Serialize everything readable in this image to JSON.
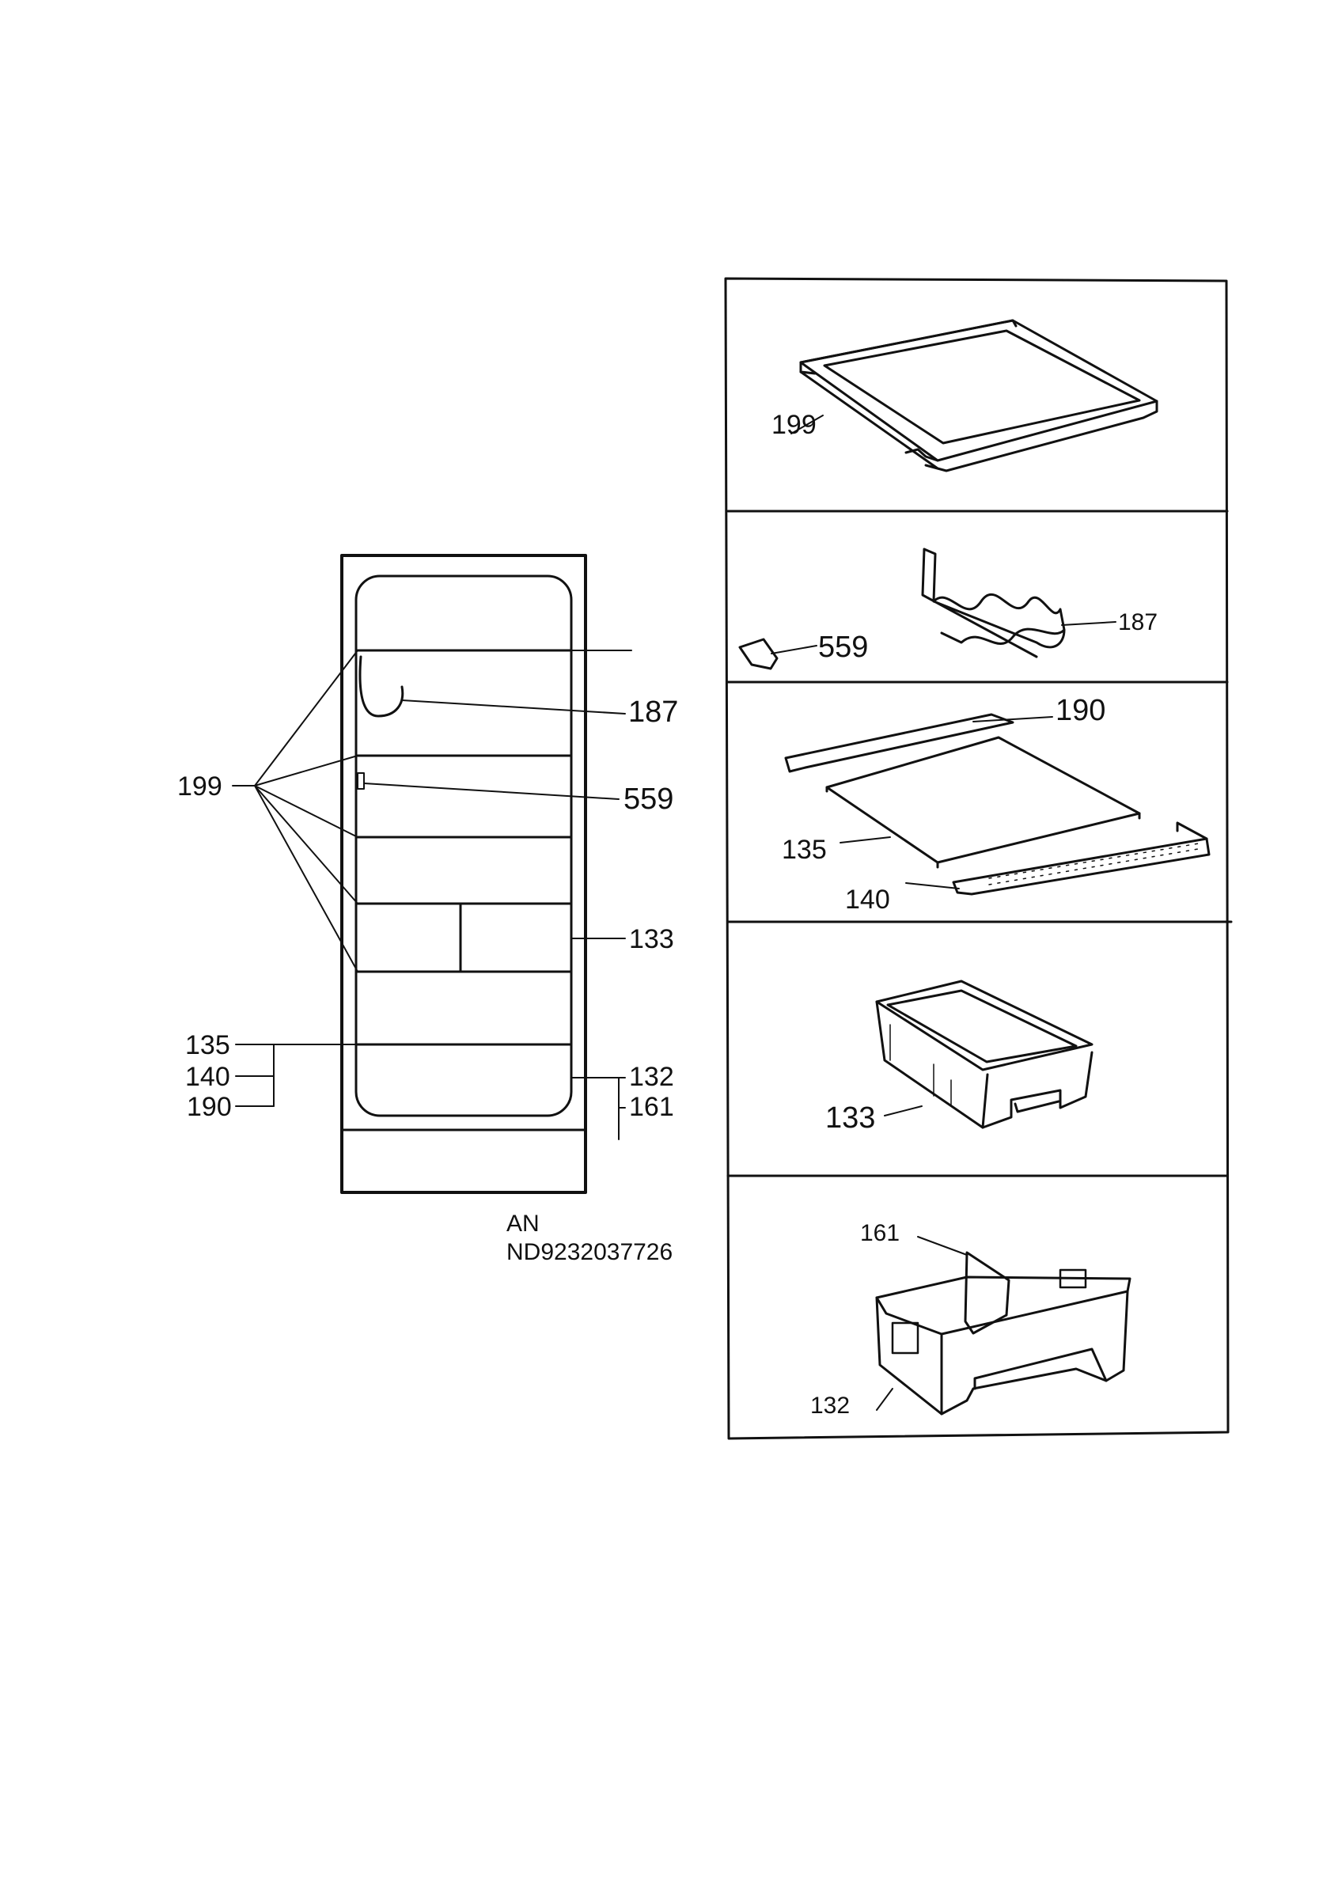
{
  "left_assembly": {
    "labels": {
      "shelf": "199",
      "bottle_holder": "187",
      "clip": "559",
      "crisper_small": "133",
      "glass": "135",
      "front_trim": "140",
      "rear_trim": "190",
      "crisper_large": "132",
      "divider": "161"
    },
    "code_prefix": "AN",
    "code": "ND9232037726"
  },
  "detail_panels": {
    "panel1": {
      "shelf": "199"
    },
    "panel2": {
      "clip": "559",
      "bottle_holder": "187"
    },
    "panel3": {
      "rear_trim": "190",
      "glass": "135",
      "front_trim": "140"
    },
    "panel4": {
      "crisper": "133"
    },
    "panel5": {
      "divider": "161",
      "crisper": "132"
    }
  }
}
